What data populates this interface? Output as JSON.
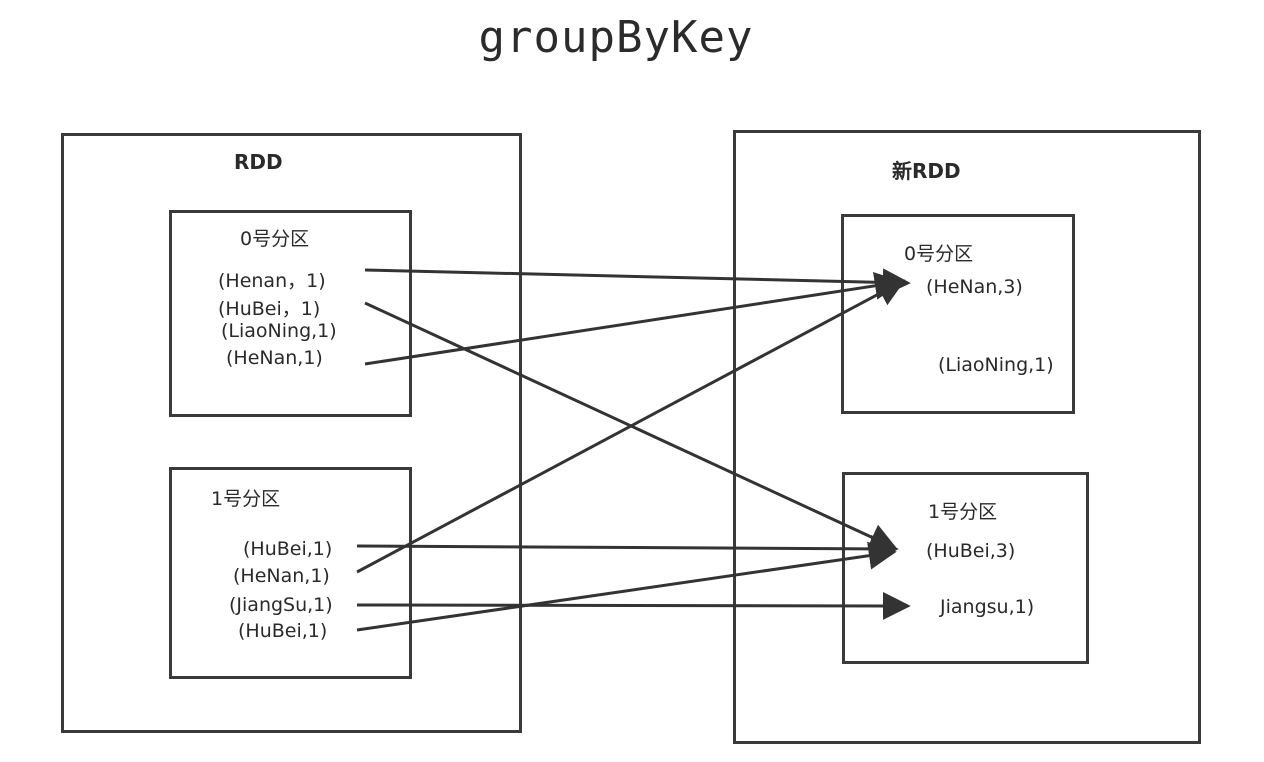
{
  "title": "groupByKey",
  "rdd": {
    "label": "RDD",
    "partition0": {
      "label": "0号分区",
      "items": [
        "(Henan，1)",
        "(HuBei，1)",
        "(LiaoNing,1)",
        "(HeNan,1)"
      ]
    },
    "partition1": {
      "label": "1号分区",
      "items": [
        "(HuBei,1)",
        "(HeNan,1)",
        "(JiangSu,1)",
        "(HuBei,1)"
      ]
    }
  },
  "new_rdd": {
    "label": "新RDD",
    "partition0": {
      "label": "0号分区",
      "items": [
        "(HeNan,3)",
        "(LiaoNing,1)"
      ]
    },
    "partition1": {
      "label": "1号分区",
      "items": [
        "(HuBei,3)",
        "Jiangsu,1)"
      ]
    }
  }
}
